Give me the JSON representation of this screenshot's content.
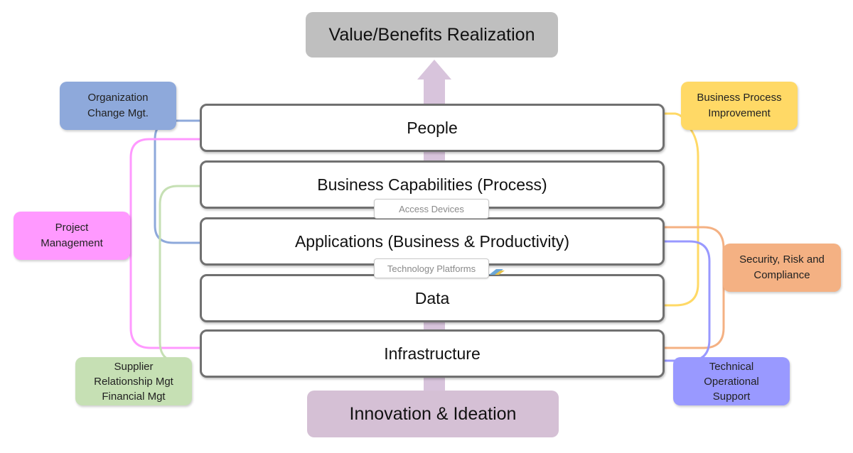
{
  "top": {
    "label": "Value/Benefits Realization",
    "color": "#bfbfbf"
  },
  "bottom": {
    "label": "Innovation & Ideation",
    "color": "#d5c0d5"
  },
  "arrow_color": "#d8c4dc",
  "layers": {
    "people": "People",
    "business": "Business Capabilities (Process)",
    "applications": "Applications (Business & Productivity)",
    "data": "Data",
    "infrastructure": "Infrastructure"
  },
  "pills": {
    "access": "Access Devices",
    "technology": "Technology  Platforms"
  },
  "side_boxes": {
    "ocm": {
      "label": "Organization\nChange Mgt.",
      "color": "#8ea9db"
    },
    "pm": {
      "label": "Project\nManagement",
      "color": "#ff99ff"
    },
    "srm": {
      "label": "Supplier\nRelationship Mgt\nFinancial Mgt",
      "color": "#c6e0b4"
    },
    "bpi": {
      "label": "Business Process\nImprovement",
      "color": "#ffd966"
    },
    "src": {
      "label": "Security, Risk and\nCompliance",
      "color": "#f4b183"
    },
    "tos": {
      "label": "Technical\nOperational\nSupport",
      "color": "#9999ff"
    }
  }
}
